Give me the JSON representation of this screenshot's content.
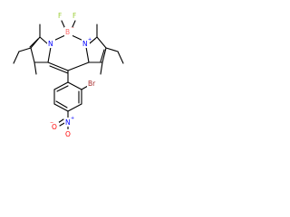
{
  "molecule": {
    "atoms": {
      "fluorine_left": "F",
      "fluorine_right": "F",
      "boron": "B",
      "boron_charge": "−",
      "nitrogen_left": "N",
      "nitrogen_right": "N",
      "nitrogen_right_charge": "+",
      "bromine": "Br",
      "nitro_nitrogen": "N",
      "nitro_nitrogen_charge": "+",
      "nitro_oxygen_top": "O",
      "nitro_oxygen_left": "O",
      "nitro_oxygen_charge": "−"
    },
    "colors": {
      "bond": "#000000",
      "fluorine": "#9acd32",
      "boron": "#ff6a6a",
      "nitrogen": "#0000ff",
      "bromine": "#a52a2a",
      "oxygen": "#ff0000"
    }
  }
}
